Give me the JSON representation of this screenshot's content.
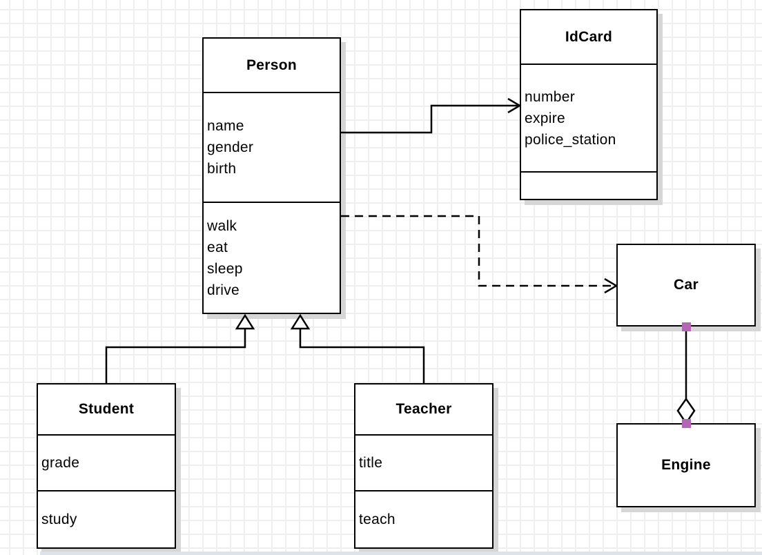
{
  "diagram": {
    "kind": "uml-class-diagram",
    "classes": {
      "person": {
        "name": "Person",
        "attributes": [
          "name",
          "gender",
          "birth"
        ],
        "methods": [
          "walk",
          "eat",
          "sleep",
          "drive"
        ]
      },
      "idcard": {
        "name": "IdCard",
        "attributes": [
          "number",
          "expire",
          "police_station"
        ],
        "methods": []
      },
      "car": {
        "name": "Car",
        "attributes": [],
        "methods": []
      },
      "engine": {
        "name": "Engine",
        "attributes": [],
        "methods": []
      },
      "student": {
        "name": "Student",
        "attributes": [
          "grade"
        ],
        "methods": [
          "study"
        ]
      },
      "teacher": {
        "name": "Teacher",
        "attributes": [
          "title"
        ],
        "methods": [
          "teach"
        ]
      }
    },
    "relationships": [
      {
        "from": "Person",
        "to": "IdCard",
        "type": "association",
        "line": "solid",
        "arrow": "open-arrow"
      },
      {
        "from": "Person",
        "to": "Car",
        "type": "dependency",
        "line": "dashed",
        "arrow": "open-arrow"
      },
      {
        "from": "Student",
        "to": "Person",
        "type": "generalization",
        "line": "solid",
        "arrow": "hollow-triangle"
      },
      {
        "from": "Teacher",
        "to": "Person",
        "type": "generalization",
        "line": "solid",
        "arrow": "hollow-triangle"
      },
      {
        "from": "Car",
        "to": "Engine",
        "type": "aggregation",
        "line": "solid",
        "arrow": "hollow-diamond"
      }
    ],
    "colors": {
      "stroke": "#000000",
      "box_fill": "#ffffff",
      "shadow": "#d6d6d6",
      "grid_line": "#efefef",
      "canvas": "#ffffff",
      "endpoint_handle": "#b565b5",
      "bottom_strip": "#dde3e9"
    }
  }
}
